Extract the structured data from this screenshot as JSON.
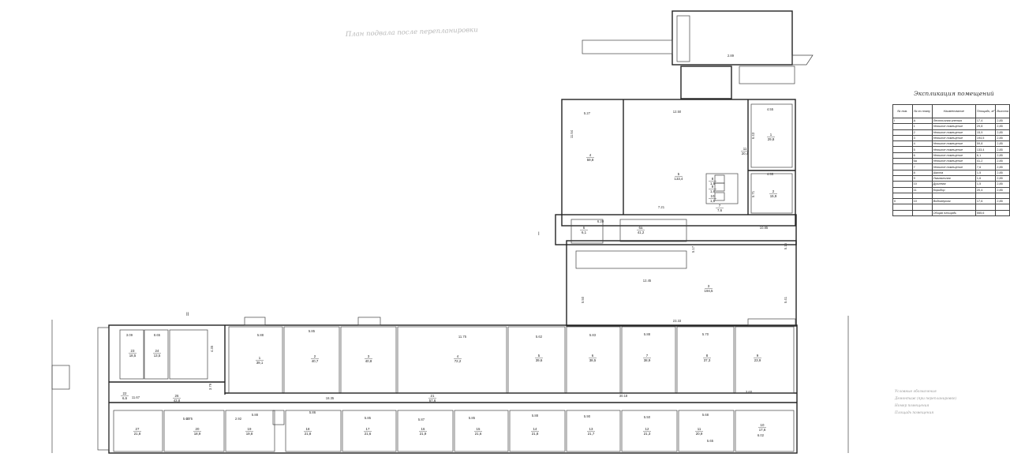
{
  "plan_title": "План подвала после перепланировки",
  "section_marks": [
    "I",
    "II"
  ],
  "explication": {
    "title": "Экспликация помещений",
    "headers": [
      "№ пом.",
      "№ по плану",
      "Наименование",
      "Площадь, м²",
      "Высота"
    ],
    "rows": [
      [
        "I",
        "А",
        "Лестничная клетка",
        "17,4",
        "2,85"
      ],
      [
        "",
        "1",
        "Нежилое помещение",
        "29,8",
        "2,85"
      ],
      [
        "",
        "2",
        "Нежилое помещение",
        "15,9",
        "2,85"
      ],
      [
        "",
        "3",
        "Нежилое помещение",
        "194,5",
        "2,85"
      ],
      [
        "",
        "4",
        "Нежилое помещение",
        "59,8",
        "2,85"
      ],
      [
        "",
        "5",
        "Нежилое помещение",
        "133,4",
        "2,85"
      ],
      [
        "",
        "6",
        "Нежилое помещение",
        "6,1",
        "2,85"
      ],
      [
        "",
        "6а",
        "Нежилое помещение",
        "41,2",
        "2,85"
      ],
      [
        "",
        "7",
        "Нежилое помещение",
        "7,6",
        "2,85"
      ],
      [
        "",
        "8",
        "Шахта",
        "1,5",
        "2,85"
      ],
      [
        "",
        "9",
        "Умывальная",
        "1,6",
        "2,85"
      ],
      [
        "",
        "10",
        "Душевая",
        "1,5",
        "2,85"
      ],
      [
        "",
        "11",
        "Коридор",
        "20,4",
        "2,85"
      ],
      [
        "",
        "",
        "",
        "",
        ""
      ],
      [
        "II",
        "10",
        "Водомерная",
        "17,6",
        "2,85"
      ],
      [
        "",
        "",
        "",
        "",
        ""
      ],
      [
        "",
        "",
        "Общая площадь",
        "555,6",
        ""
      ]
    ]
  },
  "notes": [
    "Условные обозначения",
    "Демонтаж (при перепланировке)",
    "Номер помещения",
    "Площадь помещения"
  ],
  "rooms_upper": [
    {
      "no": "4",
      "area": "59,8"
    },
    {
      "no": "5",
      "area": "133,4"
    },
    {
      "no": "1",
      "area": "29,8"
    },
    {
      "no": "2",
      "area": "15,9"
    },
    {
      "no": "3",
      "area": "194,5"
    },
    {
      "no": "6",
      "area": "6,1"
    },
    {
      "no": "6а",
      "area": "41,2"
    },
    {
      "no": "7",
      "area": "7,6"
    },
    {
      "no": "8",
      "area": "1,5"
    },
    {
      "no": "9",
      "area": "1,6"
    },
    {
      "no": "10",
      "area": "1,5"
    },
    {
      "no": "11",
      "area": "20,4"
    }
  ],
  "rooms_lower": [
    {
      "no": "23",
      "area": "18,5"
    },
    {
      "no": "24",
      "area": "13,5"
    },
    {
      "no": "1",
      "area": "39,1"
    },
    {
      "no": "2",
      "area": "40,7"
    },
    {
      "no": "3",
      "area": "40,8"
    },
    {
      "no": "4",
      "area": "72,2"
    },
    {
      "no": "5",
      "area": "39,6"
    },
    {
      "no": "6",
      "area": "38,5"
    },
    {
      "no": "7",
      "area": "38,9"
    },
    {
      "no": "8",
      "area": "37,3"
    },
    {
      "no": "9",
      "area": "23,9"
    },
    {
      "no": "21",
      "area": "57,6"
    },
    {
      "no": "22",
      "area": "6,6"
    },
    {
      "no": "26",
      "area": "43,8"
    },
    {
      "no": "27",
      "area": "21,8"
    },
    {
      "no": "20",
      "area": "18,9"
    },
    {
      "no": "19",
      "area": "19,8"
    },
    {
      "no": "18",
      "area": "21,8"
    },
    {
      "no": "17",
      "area": "21,6"
    },
    {
      "no": "16",
      "area": "21,9"
    },
    {
      "no": "15",
      "area": "21,6"
    },
    {
      "no": "14",
      "area": "21,8"
    },
    {
      "no": "13",
      "area": "21,7"
    },
    {
      "no": "12",
      "area": "21,3"
    },
    {
      "no": "11",
      "area": "20,9"
    },
    {
      "no": "10",
      "area": "17,6"
    }
  ],
  "dims": [
    "12.50",
    "5.27",
    "11.54",
    "4.55",
    "6.43",
    "4.55",
    "5.71",
    "12.45",
    "23.33",
    "5.50",
    "5.17",
    "18.35",
    "30.18",
    "11.75",
    "5.88",
    "5.85",
    "5.62",
    "5.83",
    "5.88",
    "5.70",
    "6.20",
    "7.21",
    "10.85",
    "5.16",
    "5.41",
    "5.60",
    "5.88",
    "5.86",
    "5.85",
    "5.87",
    "5.85",
    "5.88",
    "5.90",
    "5.50",
    "5.68",
    "6.02",
    "5.65",
    "2.92",
    "2.75",
    "3.09",
    "8.65",
    "4.35",
    "3.79",
    "11.67",
    "3.60",
    "2.89"
  ]
}
